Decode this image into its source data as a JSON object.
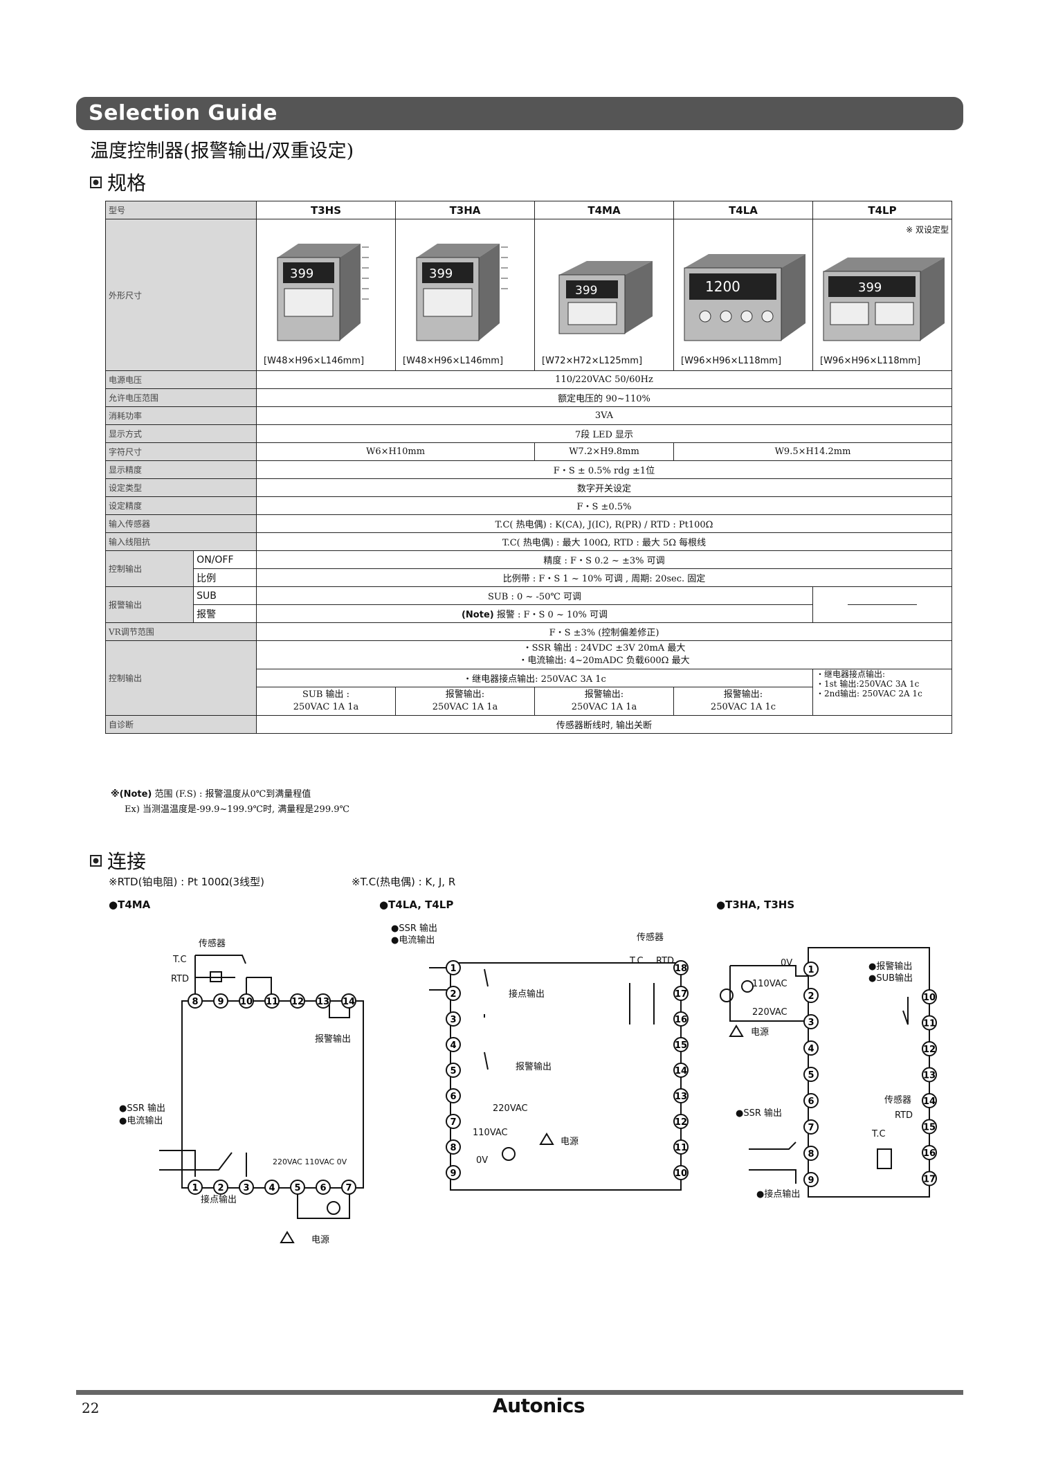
{
  "header": {
    "banner": "Selection Guide",
    "subtitle": "温度控制器(报警输出/双重设定)"
  },
  "spec_section": {
    "title": "规格"
  },
  "table": {
    "col0": "型号",
    "models": [
      "T3HS",
      "T3HA",
      "T4MA",
      "T4LA",
      "T4LP"
    ],
    "appearance_label": "外形尺寸",
    "dual_note": "※ 双设定型",
    "dimensions": [
      "[W48×H96×L146mm]",
      "[W48×H96×L146mm]",
      "[W72×H72×L125mm]",
      "[W96×H96×L118mm]",
      "[W96×H96×L118mm]"
    ],
    "device_readings": [
      "399",
      "399",
      "399",
      "1200",
      "399"
    ],
    "rows": [
      {
        "label": "电源电压",
        "value": "110/220VAC 50/60Hz"
      },
      {
        "label": "允许电压范围",
        "value": "额定电压的 90~110%"
      },
      {
        "label": "消耗功率",
        "value": "3VA"
      },
      {
        "label": "显示方式",
        "value": "7段 LED 显示"
      }
    ],
    "char_size": {
      "label": "字符尺寸",
      "v1": "W6×H10mm",
      "v2": "W7.2×H9.8mm",
      "v3": "W9.5×H14.2mm"
    },
    "rows2": [
      {
        "label": "显示精度",
        "value": "F・S ± 0.5% rdg ±1位"
      },
      {
        "label": "设定类型",
        "value": "数字开关设定"
      },
      {
        "label": "设定精度",
        "value": "F・S ±0.5%"
      },
      {
        "label": "输入传感器",
        "value": "T.C( 热电偶) : K(CA), J(IC), R(PR) / RTD : Pt100Ω"
      },
      {
        "label": "输入线阻抗",
        "value": "T.C( 热电偶) : 最大 100Ω, RTD : 最大 5Ω 每根线"
      }
    ],
    "control": {
      "label": "控制输出",
      "onoff": "ON/OFF",
      "onoff_val": "精度 : F・S 0.2 ~ ±3% 可调",
      "prop": "比例",
      "prop_val": "比例带 : F・S 1 ~ 10% 可调 , 周期: 20sec. 固定"
    },
    "alarm": {
      "label": "报警输出",
      "sub": "SUB",
      "sub_val": "SUB : 0 ~ -50℃ 可调",
      "alm": "报警",
      "alm_note": "(Note)",
      "alm_val": " 报警 : F・S 0 ~ 10% 可调"
    },
    "vr": {
      "label": "VR调节范围",
      "value": "F・S ±3% (控制偏差修正)"
    },
    "output": {
      "label": "控制输出",
      "ssr": "・SSR 输出 : 24VDC ±3V 20mA 最大",
      "current": "・电流输出: 4~20mADC 负载600Ω 最大",
      "relay": "・继电器接点输出: 250VAC 3A 1c",
      "relay_lp": "・继电器接点输出:",
      "lp_1st": "・1st 输出:250VAC 3A 1c",
      "lp_2nd": "・2nd输出: 250VAC 2A 1c",
      "cells": [
        [
          "SUB 输出 :",
          "250VAC 1A 1a"
        ],
        [
          "报警输出:",
          "250VAC 1A 1a"
        ],
        [
          "报警输出:",
          "250VAC 1A 1a"
        ],
        [
          "报警输出:",
          "250VAC 1A 1c"
        ]
      ]
    },
    "selfdiag": {
      "label": "自诊断",
      "value": "传感器断线时, 输出关断"
    }
  },
  "notes": {
    "note_mark": "※(Note)",
    "note_text": " 范围 (F.S) : 报警温度从0℃到满量程值",
    "example": "Ex) 当测温温度是-99.9~199.9℃时, 满量程是299.9℃"
  },
  "connection": {
    "title": "连接",
    "rtd_ref": "※RTD(铂电阻) : Pt 100Ω(3线型)",
    "tc_ref": "※T.C(热电偶) : K, J, R",
    "d1_title": "●T4MA",
    "d2_title": "●T4LA, T4LP",
    "d3_title": "●T3HA, T3HS",
    "sensor": "传感器",
    "alarm_out": "报警输出",
    "contact_out": "接点输出",
    "ssr_out": "●SSR 输出",
    "current_out": "●电流输出",
    "power": "电源",
    "v220": "220VAC",
    "v110": "110VAC",
    "v0": "0V",
    "power_voltages": "220VAC 110VAC 0V",
    "alarm_dot": "●报警输出",
    "sub_dot": "●SUB输出",
    "contact_dot": "●接点输出",
    "ssr_out_d1": "●SSR 输出",
    "current_out_d1": "●电流输出",
    "tc": "T.C",
    "rtd": "RTD"
  },
  "footer": {
    "page": "22",
    "brand": "Autonics"
  }
}
